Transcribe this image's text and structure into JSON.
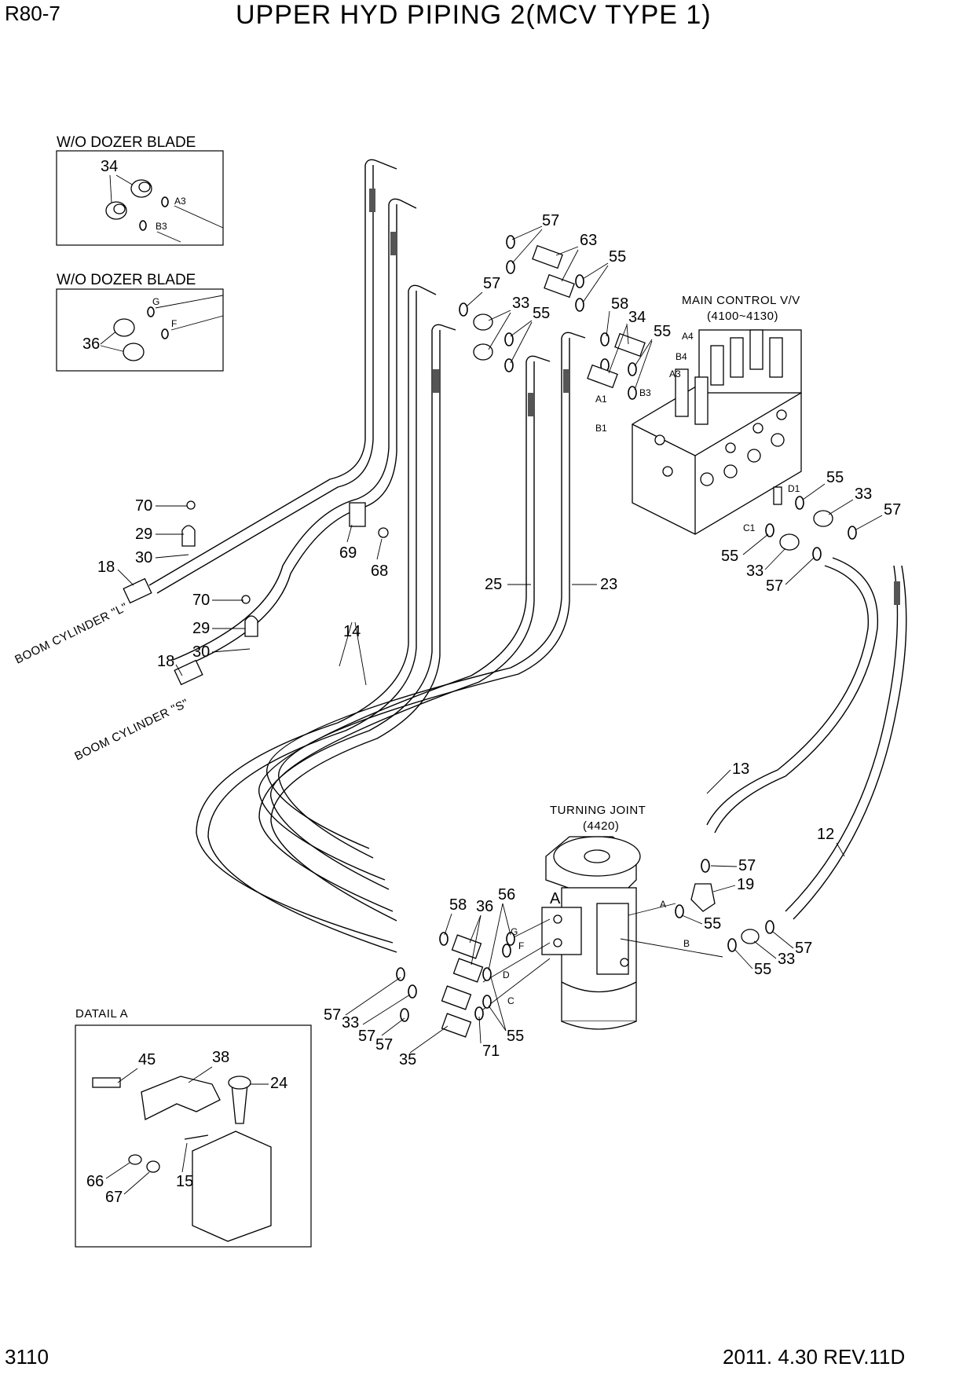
{
  "header": {
    "model": "R80-7",
    "title": "UPPER HYD PIPING 2(MCV TYPE 1)"
  },
  "footer": {
    "page_number": "3110",
    "revision": "2011. 4.30  REV.11D"
  },
  "insets": {
    "dozer_box_1": {
      "title": "W/O DOZER BLADE",
      "part": "34",
      "ports": [
        "A3",
        "B3"
      ]
    },
    "dozer_box_2": {
      "title": "W/O DOZER BLADE",
      "part": "36",
      "ports": [
        "G",
        "F"
      ]
    },
    "detail_a": {
      "title": "DATAIL A",
      "parts": [
        "45",
        "38",
        "24",
        "15",
        "66",
        "67"
      ]
    }
  },
  "components": {
    "main_control_valve": {
      "name": "MAIN CONTROL V/V",
      "serial": "(4100~4130)"
    },
    "turning_joint": {
      "name": "TURNING JOINT",
      "code": "(4420)",
      "detail_ref": "A"
    }
  },
  "destinations": {
    "boom_cylinder_l": "BOOM CYLINDER \"L\"",
    "boom_cylinder_s": "BOOM CYLINDER \"S\""
  },
  "port_labels": [
    "A4",
    "B4",
    "A3",
    "B3",
    "A1",
    "B1",
    "D1",
    "C1",
    "G",
    "F",
    "D",
    "C",
    "A",
    "B"
  ],
  "callouts": [
    "57",
    "63",
    "55",
    "57",
    "33",
    "55",
    "58",
    "34",
    "55",
    "55",
    "33",
    "57",
    "55",
    "33",
    "57",
    "70",
    "29",
    "30",
    "18",
    "70",
    "29",
    "30",
    "18",
    "69",
    "68",
    "14",
    "25",
    "23",
    "13",
    "57",
    "19",
    "12",
    "55",
    "55",
    "33",
    "57",
    "58",
    "36",
    "56",
    "57",
    "33",
    "57",
    "57",
    "35",
    "71",
    "55"
  ]
}
